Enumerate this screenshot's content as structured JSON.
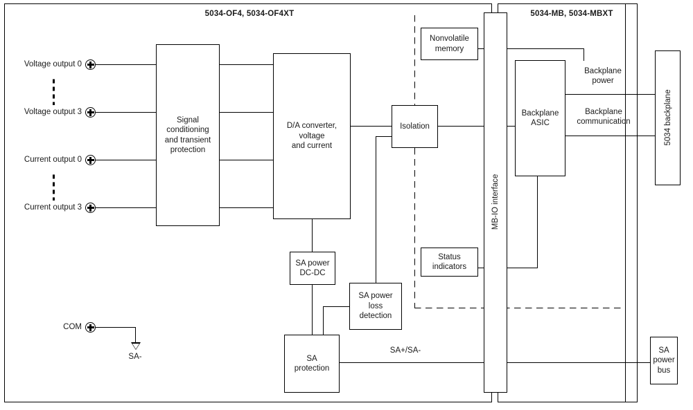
{
  "diagram": {
    "titles": {
      "left_module": "5034-OF4, 5034-OF4XT",
      "right_module": "5034-MB, 5034-MBXT"
    },
    "terminals": [
      {
        "label": "Voltage output 0",
        "icon": "screw-terminal-icon"
      },
      {
        "label": "Voltage output 3",
        "icon": "screw-terminal-icon"
      },
      {
        "label": "Current output 0",
        "icon": "screw-terminal-icon"
      },
      {
        "label": "Current output 3",
        "icon": "screw-terminal-icon"
      },
      {
        "label": "COM",
        "icon": "screw-terminal-icon"
      }
    ],
    "blocks": {
      "signal_conditioning": "Signal\nconditioning\nand transient\nprotection",
      "da_converter": "D/A converter,\nvoltage\nand current",
      "isolation": "Isolation",
      "nonvolatile_memory": "Nonvolatile\nmemory",
      "mb_io_interface": "MB-IO interface",
      "backplane_asic": "Backplane\nASIC",
      "backplane_5034": "5034 backplane",
      "status_indicators": "Status\nindicators",
      "sa_power_dcdc": "SA power\nDC-DC",
      "sa_power_loss_detection": "SA power\nloss\ndetection",
      "sa_protection": "SA\nprotection",
      "sa_power_bus": "SA\npower\nbus"
    },
    "signal_labels": {
      "backplane_power": "Backplane\npower",
      "backplane_communication": "Backplane\ncommunication",
      "sa_pair": "SA+/SA-",
      "sa_minus": "SA-"
    },
    "colors": {
      "stroke": "#000000",
      "background": "#ffffff",
      "text": "#1a1a1a"
    }
  }
}
